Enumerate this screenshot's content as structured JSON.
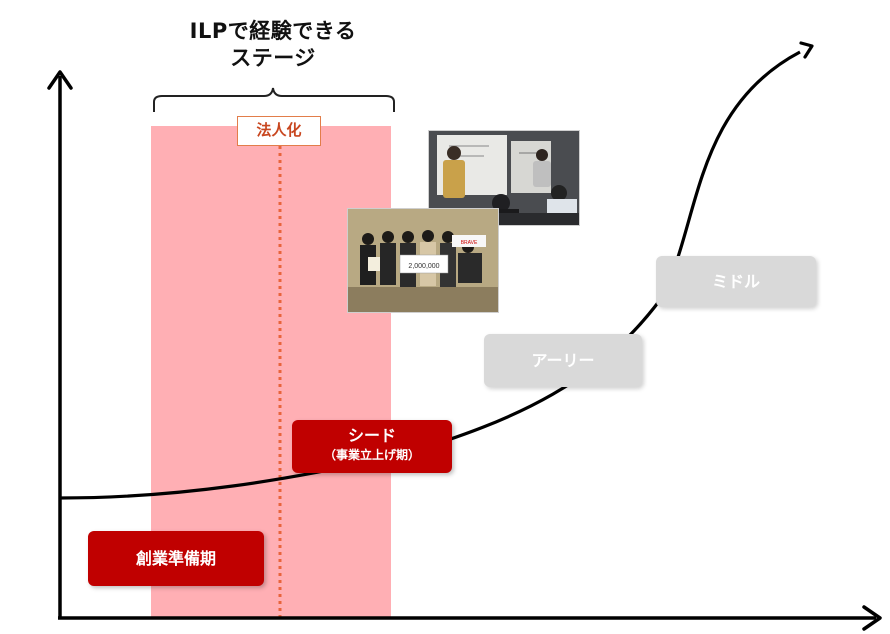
{
  "title": {
    "line1": "ILPで経験できる",
    "line2": "ステージ"
  },
  "incorporation_label": "法人化",
  "stages": {
    "founding": "創業準備期",
    "seed": "シード",
    "seed_sub": "（事業立上げ期）",
    "early": "アーリー",
    "middle": "ミドル"
  },
  "photo_texts": {
    "check_amount": "2,000,000",
    "sponsor_logo": "BRAVE"
  },
  "colors": {
    "highlight_band": "#ffafb4",
    "stage_active": "#c00000",
    "stage_inactive": "#d9d9d9",
    "incorporation_accent": "#e27d4a",
    "axis": "#000000"
  }
}
